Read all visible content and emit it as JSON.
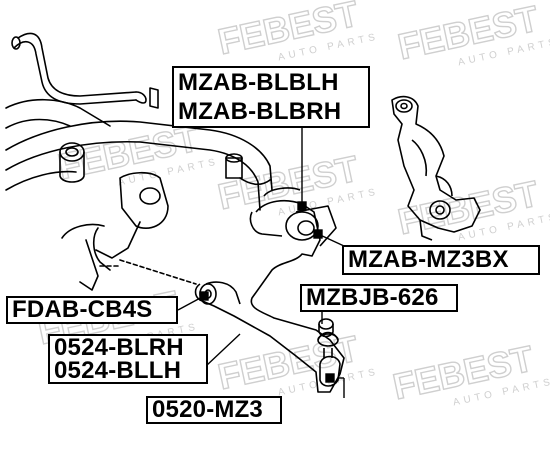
{
  "watermark": {
    "brand": "FEBEST",
    "tagline": "AUTO PARTS"
  },
  "labels": {
    "mzab_bl": [
      "MZAB-BLBLH",
      "MZAB-BLBRH"
    ],
    "mzab_mz3bx": "MZAB-MZ3BX",
    "fdab_cb4s": "FDAB-CB4S",
    "mzbjb_626": "MZBJB-626",
    "blrh_bllh": [
      "0524-BLRH",
      "0524-BLLH"
    ],
    "mz3_0520": "0520-MZ3"
  },
  "colors": {
    "line": "#000000",
    "watermark": "#c9c9c9",
    "background": "#ffffff"
  }
}
